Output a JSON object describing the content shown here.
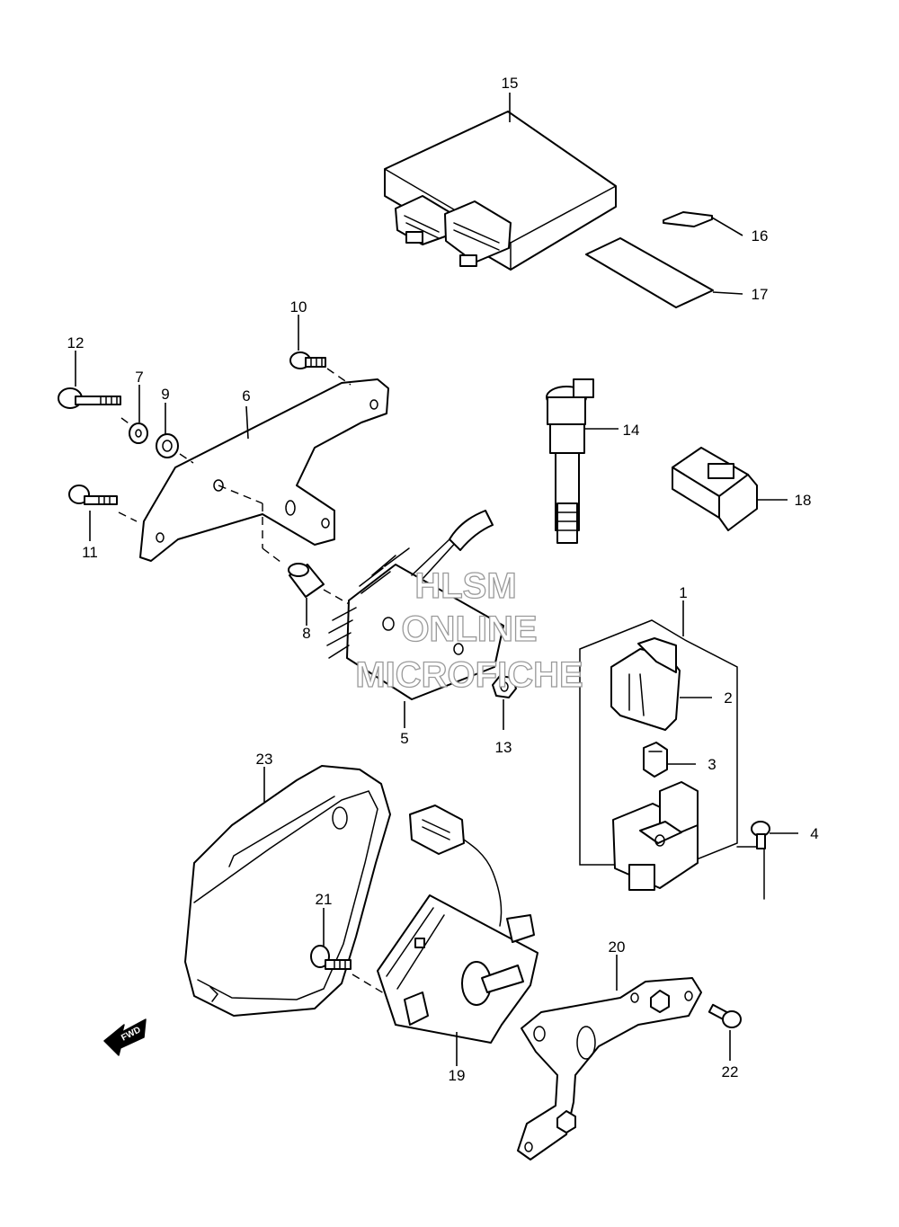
{
  "callouts": {
    "c1": "1",
    "c2": "2",
    "c3": "3",
    "c4": "4",
    "c5": "5",
    "c6": "6",
    "c7": "7",
    "c8": "8",
    "c9": "9",
    "c10": "10",
    "c11": "11",
    "c12": "12",
    "c13": "13",
    "c14": "14",
    "c15": "15",
    "c16": "16",
    "c17": "17",
    "c18": "18",
    "c19": "19",
    "c20": "20",
    "c21": "21",
    "c22": "22",
    "c23": "23"
  },
  "watermark": {
    "line1": "HLSM",
    "line2": "ONLINE",
    "line3": "MICROFICHE"
  },
  "fwd_arrow": {
    "label": "FWD"
  },
  "colors": {
    "line": "#000000",
    "background": "#ffffff",
    "watermark": "#9a9a9a"
  }
}
